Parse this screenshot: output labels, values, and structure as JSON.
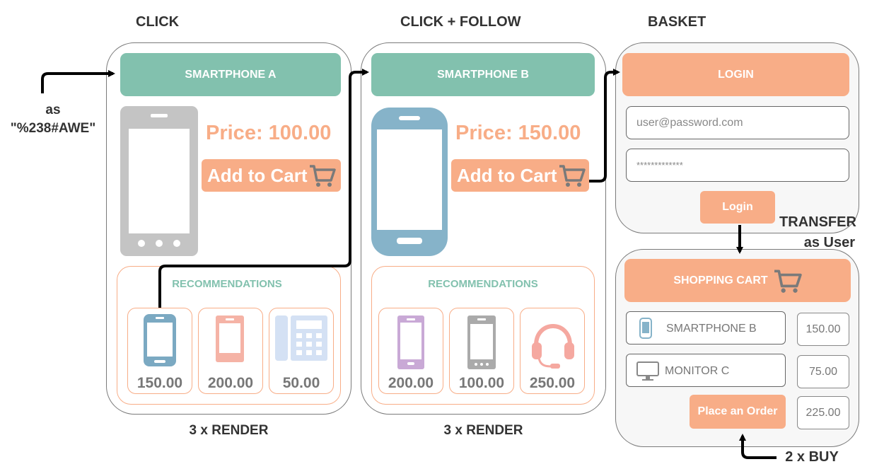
{
  "headings": {
    "click": "CLICK",
    "click_follow": "CLICK + FOLLOW",
    "basket": "BASKET"
  },
  "entry_label": {
    "line1": "as",
    "line2": "\"%238#AWE\""
  },
  "panel_a": {
    "title": "SMARTPHONE A",
    "price": "Price: 100.00",
    "cart_button": "Add to Cart",
    "recommendations_title": "RECOMMENDATIONS",
    "recommendations": [
      {
        "icon": "smartphone-icon",
        "color": "#7ba9c2",
        "price": "150.00"
      },
      {
        "icon": "smartphone-icon",
        "color": "#f5b3a6",
        "price": "200.00"
      },
      {
        "icon": "desk-phone-icon",
        "color": "#d4e1f4",
        "price": "50.00"
      }
    ],
    "footer": "3 x RENDER"
  },
  "panel_b": {
    "title": "SMARTPHONE B",
    "price": "Price: 150.00",
    "cart_button": "Add to Cart",
    "recommendations_title": "RECOMMENDATIONS",
    "recommendations": [
      {
        "icon": "smartphone-icon",
        "color": "#c9a9d6",
        "price": "200.00"
      },
      {
        "icon": "smartphone-icon",
        "color": "#aaaaaa",
        "price": "100.00"
      },
      {
        "icon": "headset-icon",
        "color": "#f5a8a0",
        "price": "250.00"
      }
    ],
    "footer": "3 x RENDER"
  },
  "login": {
    "title": "LOGIN",
    "email_placeholder": "user@password.com",
    "password_value": "*************",
    "button": "Login"
  },
  "transfer_label": {
    "line1": "TRANSFER",
    "line2": "as User"
  },
  "cart": {
    "title": "SHOPPING CART",
    "items": [
      {
        "icon": "smartphone-icon",
        "name": "SMARTPHONE B",
        "amount": "150.00"
      },
      {
        "icon": "monitor-icon",
        "name": "MONITOR C",
        "amount": "75.00"
      }
    ],
    "order_button": "Place an Order",
    "total": "225.00"
  },
  "buy_label": "2 x BUY",
  "colors": {
    "green": "#82c1ae",
    "orange": "#f8ad87",
    "grey_phone": "#c4c4c4",
    "blue_phone": "#86b3c9"
  }
}
